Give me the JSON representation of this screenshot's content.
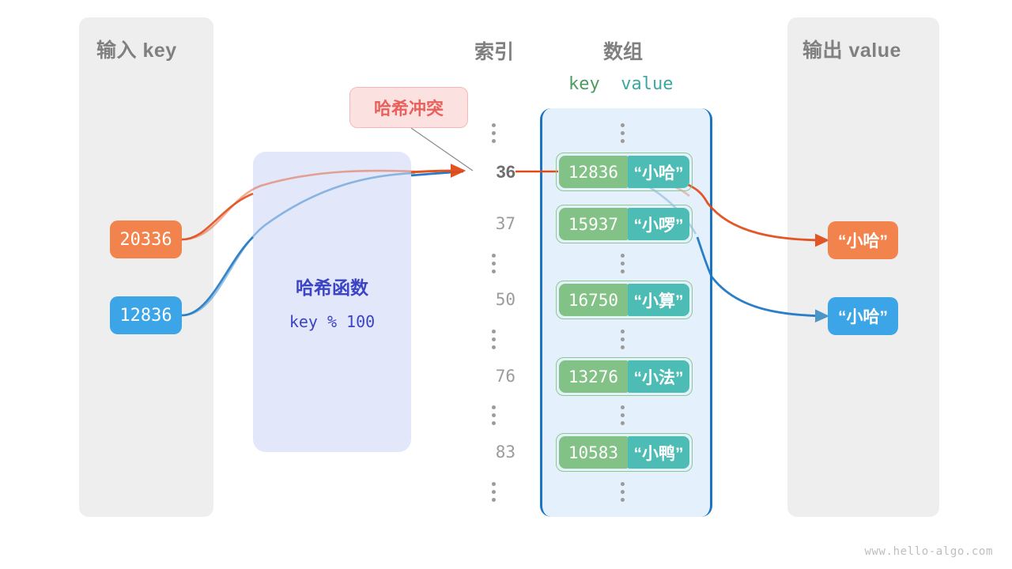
{
  "diagram": {
    "title_input": "输入 key",
    "title_output": "输出 value",
    "col_index": "索引",
    "col_array": "数组",
    "kv_key": "key",
    "kv_value": "value",
    "collision_label": "哈希冲突",
    "hash_title": "哈希函数",
    "hash_formula": "key % 100",
    "watermark": "www.hello-algo.com"
  },
  "inputs": [
    {
      "name": "input-key-20336",
      "value": "20336",
      "color": "#f2834c"
    },
    {
      "name": "input-key-12836",
      "value": "12836",
      "color": "#3ca5e8"
    }
  ],
  "outputs": [
    {
      "name": "output-value-orange",
      "value": "“小哈”",
      "color": "#f2834c"
    },
    {
      "name": "output-value-blue",
      "value": "“小哈”",
      "color": "#3ca5e8"
    }
  ],
  "buckets": [
    {
      "index": "36",
      "key": "12836",
      "value": "“小哈”",
      "highlight": true
    },
    {
      "index": "37",
      "key": "15937",
      "value": "“小啰”",
      "highlight": false
    },
    {
      "index": "50",
      "key": "16750",
      "value": "“小算”",
      "highlight": false
    },
    {
      "index": "76",
      "key": "13276",
      "value": "“小法”",
      "highlight": false
    },
    {
      "index": "83",
      "key": "10583",
      "value": "“小鸭”",
      "highlight": false
    }
  ],
  "colors": {
    "key_cell": "#83c286",
    "value_cell": "#4cbcb4",
    "array_border": "#1a75c4",
    "array_fill": "#e4f0fb",
    "hash_fill": "#e3e7fa",
    "hash_text": "#3b44c4",
    "collision_fill": "#fbe2e1",
    "collision_text": "#e9605c",
    "panel_fill": "#eeeeee",
    "orange": "#f2834c",
    "blue": "#3ca5e8",
    "arrow_orange": "#e04a16",
    "arrow_blue": "#1a75c4"
  }
}
